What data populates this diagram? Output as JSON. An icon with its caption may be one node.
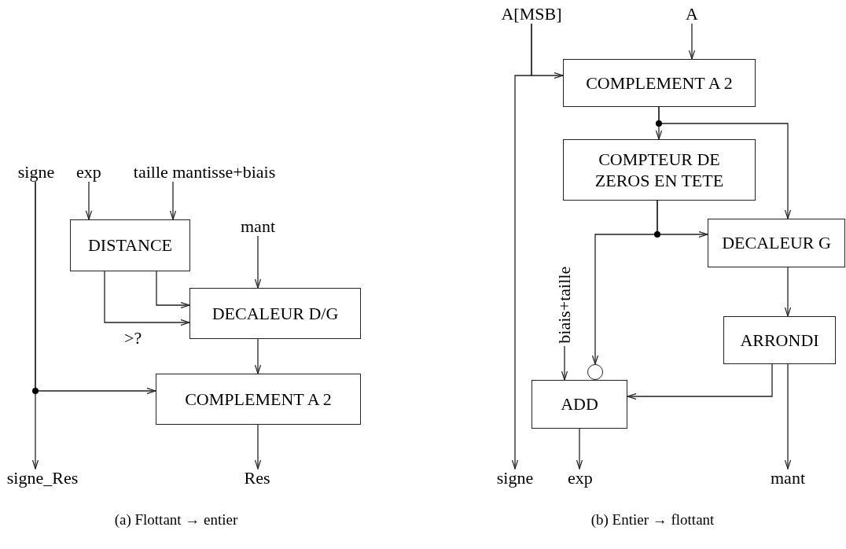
{
  "diagram": {
    "nodes": [
      {
        "text": [
          "signe"
        ]
      },
      {
        "text": [
          "exp"
        ]
      },
      {
        "text": [
          "taille mantisse+biais"
        ]
      },
      {
        "text": [
          "DISTANCE"
        ]
      },
      {
        "text": [
          "mant"
        ]
      },
      {
        "text": [
          "DECALEUR D/G"
        ]
      },
      {
        "text": [
          "COMPLEMENT A 2"
        ]
      },
      {
        "text": [
          "signe_Res"
        ]
      },
      {
        "text": [
          "Res"
        ]
      },
      {
        "text": [
          "A[MSB]"
        ]
      },
      {
        "text": [
          "A"
        ]
      },
      {
        "text": [
          "COMPLEMENT A 2"
        ]
      },
      {
        "text": [
          "COMPTEUR DE ZEROS EN TETE"
        ]
      },
      {
        "text": [
          "DECALEUR G"
        ]
      },
      {
        "text": [
          "biais+taille"
        ]
      },
      {
        "text": [
          "ARRONDI"
        ]
      },
      {
        "text": [],
        "shape": "circle"
      },
      {
        "text": [
          "ADD"
        ]
      },
      {
        "text": [
          "signe"
        ]
      },
      {
        "text": [
          "exp"
        ]
      },
      {
        "text": [
          "mant"
        ]
      }
    ],
    "edges": [
      {
        "from": 1,
        "to": 3,
        "arrow": "to"
      },
      {
        "from": 2,
        "to": 3,
        "arrow": "to"
      },
      {
        "from": 4,
        "to": 5,
        "arrow": "to"
      },
      {
        "from": 3,
        "to": 5,
        "arrow": "to"
      },
      {
        "from": 3,
        "to": 5,
        "arrow": "to",
        "label": ">?"
      },
      {
        "from": 5,
        "to": 6,
        "arrow": "to"
      },
      {
        "from": 0,
        "to": 7,
        "arrow": "to"
      },
      {
        "from": 0,
        "to": 6,
        "arrow": "to"
      },
      {
        "from": 6,
        "to": 8,
        "arrow": "to"
      },
      {
        "from": 9,
        "to": 11,
        "arrow": "to"
      },
      {
        "from": 9,
        "to": 18,
        "arrow": "to"
      },
      {
        "from": 10,
        "to": 11,
        "arrow": "to"
      },
      {
        "from": 11,
        "to": 12,
        "arrow": "to"
      },
      {
        "from": 11,
        "to": 13,
        "arrow": "to"
      },
      {
        "from": 12,
        "to": 13,
        "arrow": "to"
      },
      {
        "from": 12,
        "to": 16,
        "arrow": "to"
      },
      {
        "from": 14,
        "to": 17,
        "arrow": "to"
      },
      {
        "from": 13,
        "to": 15,
        "arrow": "to"
      },
      {
        "from": 15,
        "to": 17,
        "arrow": "to"
      },
      {
        "from": 15,
        "to": 20,
        "arrow": "to"
      },
      {
        "from": 17,
        "to": 19,
        "arrow": "to"
      }
    ],
    "labels": [
      "(a) Flottant → entier",
      "(b) Entier → flottant"
    ]
  }
}
